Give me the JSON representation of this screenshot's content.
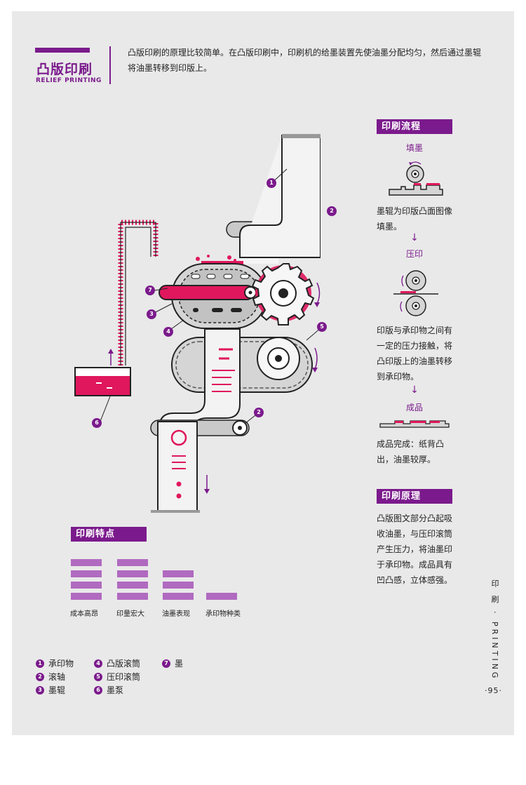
{
  "header": {
    "title_cn": "凸版印刷",
    "title_en": "RELIEF PRINTING",
    "intro": "凸版印刷的原理比较简单。在凸版印刷中，印刷机的给墨装置先使油墨分配均匀，然后通过墨辊将油墨转移到印版上。"
  },
  "process": {
    "tag": "印刷流程",
    "steps": [
      {
        "title": "填墨",
        "desc": "墨辊为印版凸面图像填墨。"
      },
      {
        "title": "压印",
        "desc": "印版与承印物之间有一定的压力接触，将凸印版上的油墨转移到承印物。"
      },
      {
        "title": "成品",
        "desc": "成品完成：纸背凸出，油墨较厚。"
      }
    ],
    "arrow": "↓"
  },
  "principle": {
    "tag": "印刷原理",
    "desc": "凸版图文部分凸起吸收油墨，与压印滚筒产生压力，将油墨印于承印物。成品具有凹凸感，立体感强。"
  },
  "features": {
    "tag": "印刷特点",
    "bars": [
      {
        "label": "成本高昂",
        "level": 4
      },
      {
        "label": "印量宏大",
        "level": 4
      },
      {
        "label": "油墨表现",
        "level": 3
      },
      {
        "label": "承印物种类",
        "level": 1
      }
    ]
  },
  "diagram_labels": [
    "1",
    "2",
    "7",
    "3",
    "4",
    "5",
    "6",
    "2"
  ],
  "legend": [
    {
      "num": "1",
      "label": "承印物"
    },
    {
      "num": "2",
      "label": "滚轴"
    },
    {
      "num": "3",
      "label": "墨辊"
    },
    {
      "num": "4",
      "label": "凸版滚筒"
    },
    {
      "num": "5",
      "label": "压印滚筒"
    },
    {
      "num": "6",
      "label": "墨泵"
    },
    {
      "num": "7",
      "label": "墨"
    }
  ],
  "side": {
    "text": "印 刷 · PRINTING",
    "page": "·95·"
  },
  "colors": {
    "purple": "#7b1a8c",
    "magenta": "#e0175d",
    "bar": "#b06ac0"
  }
}
